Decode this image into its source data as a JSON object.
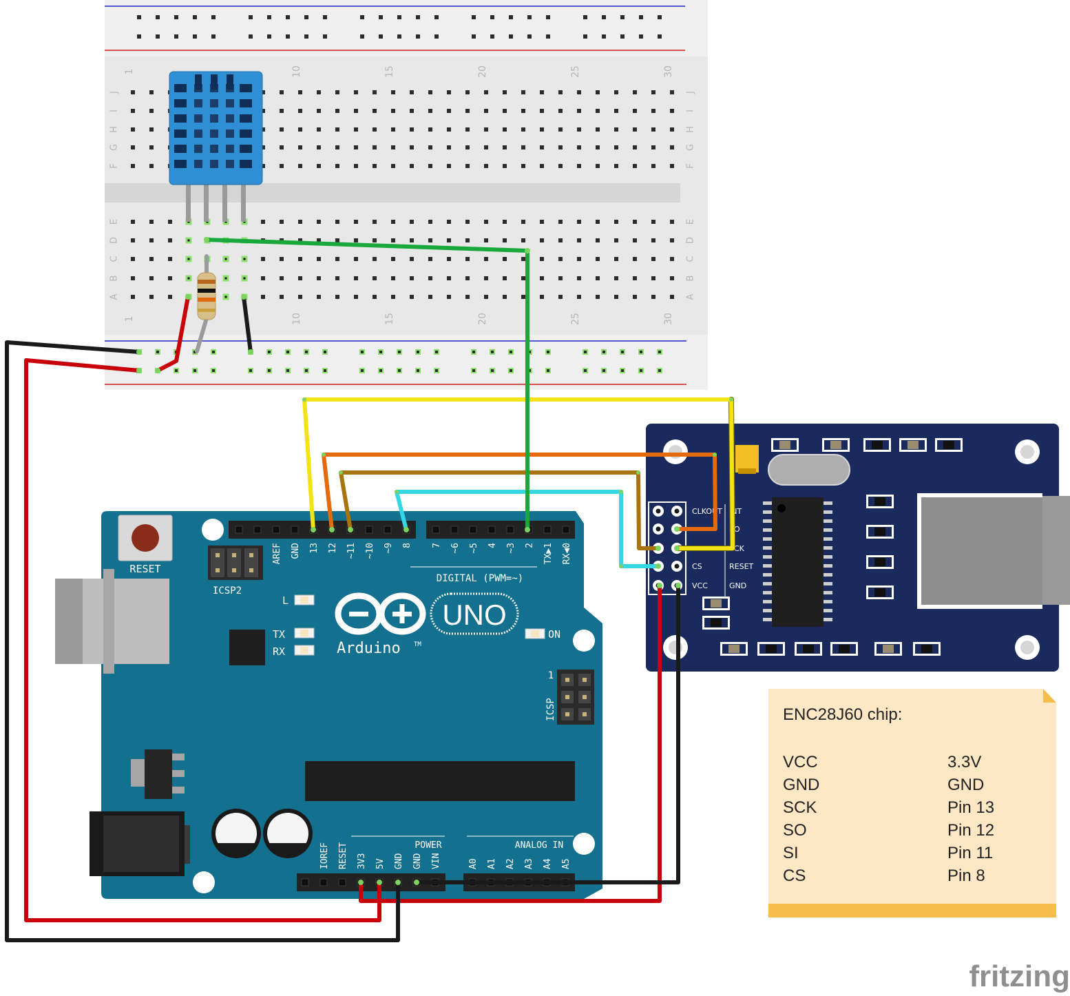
{
  "breadboard": {
    "column_numbers": [
      "1",
      "10",
      "15",
      "20",
      "25",
      "30"
    ],
    "row_letters_top": [
      "J",
      "I",
      "H",
      "G",
      "F"
    ],
    "row_letters_bottom": [
      "E",
      "D",
      "C",
      "B",
      "A"
    ]
  },
  "arduino": {
    "reset_label": "RESET",
    "icsp2_label": "ICSP2",
    "icsp_label": "ICSP",
    "icsp_pin1": "1",
    "digital_pins": [
      "AREF",
      "GND",
      "13",
      "12",
      "~11",
      "~10",
      "~9",
      "8",
      "7",
      "~6",
      "~5",
      "4",
      "~3",
      "2",
      "TX▶1",
      "RX◀0"
    ],
    "digital_label": "DIGITAL (PWM=~)",
    "led_l": "L",
    "led_tx": "TX",
    "led_rx": "RX",
    "led_on": "ON",
    "logo_name": "Arduino",
    "logo_tm": "TM",
    "uno": "UNO",
    "power_label": "POWER",
    "analog_label": "ANALOG IN",
    "power_pins": [
      "IOREF",
      "RESET",
      "3V3",
      "5V",
      "GND",
      "GND",
      "VIN"
    ],
    "analog_pins": [
      "A0",
      "A1",
      "A2",
      "A3",
      "A4",
      "A5"
    ]
  },
  "enc_module": {
    "pin_labels_left": [
      "CLKOUT",
      "",
      "",
      "CS",
      "VCC"
    ],
    "pin_labels_right": [
      "INT",
      "SO",
      "SCK",
      "RESET",
      "GND"
    ]
  },
  "note": {
    "title": "ENC28J60 chip:",
    "rows": [
      {
        "signal": "VCC",
        "target": "3.3V"
      },
      {
        "signal": "GND",
        "target": "GND"
      },
      {
        "signal": "SCK",
        "target": "Pin 13"
      },
      {
        "signal": "SO",
        "target": "Pin 12"
      },
      {
        "signal": "SI",
        "target": "Pin 11"
      },
      {
        "signal": "CS",
        "target": "Pin  8"
      }
    ]
  },
  "brand": "fritzing",
  "colors": {
    "arduino_board": "#13708f",
    "enc_board": "#1b2a5c",
    "dht_sensor": "#2f8fd5",
    "note_bg": "#fde7c4",
    "note_fold": "#f6bc4c",
    "wire_red": "#c8000a",
    "wire_black": "#1a1a1a",
    "wire_green": "#19a93b",
    "wire_yellow": "#f3e312",
    "wire_orange": "#e56a0c",
    "wire_brown": "#a7740e",
    "wire_cyan": "#35d7e4"
  }
}
